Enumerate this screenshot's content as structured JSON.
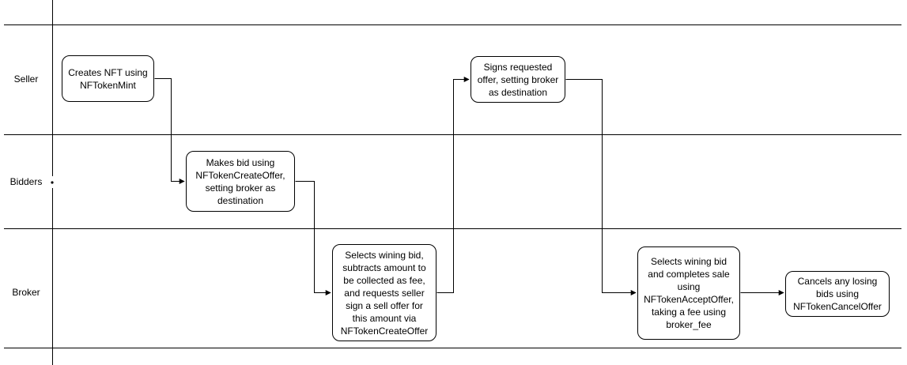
{
  "diagram": {
    "type": "swimlane-flowchart",
    "colors": {
      "stroke": "#000000",
      "background": "#ffffff",
      "text": "#000000",
      "node_fill": "#ffffff"
    },
    "lanes": [
      {
        "label": "Seller"
      },
      {
        "label": "Bidders"
      },
      {
        "label": "Broker"
      }
    ],
    "nodes": [
      {
        "id": "creates-nft",
        "lane": "Seller",
        "label": "Creates NFT using\nNFTokenMint"
      },
      {
        "id": "makes-bid",
        "lane": "Bidders",
        "label": "Makes bid using\nNFTokenCreateOffer,\nsetting broker as\ndestination"
      },
      {
        "id": "requests-sell-offer",
        "lane": "Broker",
        "label": "Selects wining bid,\nsubtracts amount to\nbe collected as fee,\nand requests seller\nsign a sell offer for\nthis amount via\nNFTokenCreateOffer"
      },
      {
        "id": "signs-offer",
        "lane": "Seller",
        "label": "Signs requested\noffer, setting broker\nas destination"
      },
      {
        "id": "completes-sale",
        "lane": "Broker",
        "label": "Selects wining bid\nand completes sale\nusing\nNFTokenAcceptOffer,\ntaking a fee using\nbroker_fee"
      },
      {
        "id": "cancels-bids",
        "lane": "Broker",
        "label": "Cancels any losing\nbids using\nNFTokenCancelOffer"
      }
    ],
    "edges": [
      {
        "from": "creates-nft",
        "to": "makes-bid"
      },
      {
        "from": "makes-bid",
        "to": "requests-sell-offer"
      },
      {
        "from": "requests-sell-offer",
        "to": "signs-offer"
      },
      {
        "from": "signs-offer",
        "to": "completes-sale"
      },
      {
        "from": "completes-sale",
        "to": "cancels-bids"
      }
    ]
  }
}
